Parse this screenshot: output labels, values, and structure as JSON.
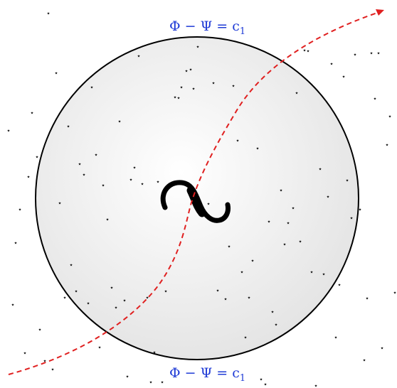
{
  "labels": {
    "top": "Φ − Ψ = c",
    "top_sub": "1",
    "bottom": "Φ − Ψ = c",
    "bottom_sub": "1"
  },
  "symbols": {
    "star": "⋆"
  },
  "colors": {
    "label": "#1f3bd6",
    "curve": "#e02020",
    "circle": "#000000",
    "glyph": "#000000",
    "star": "#000000",
    "disk_center": "#ffffff",
    "disk_edge": "#e4e4e4"
  },
  "icons": {
    "arrow": "arrowhead-icon",
    "central": "swirl-glyph-icon"
  }
}
